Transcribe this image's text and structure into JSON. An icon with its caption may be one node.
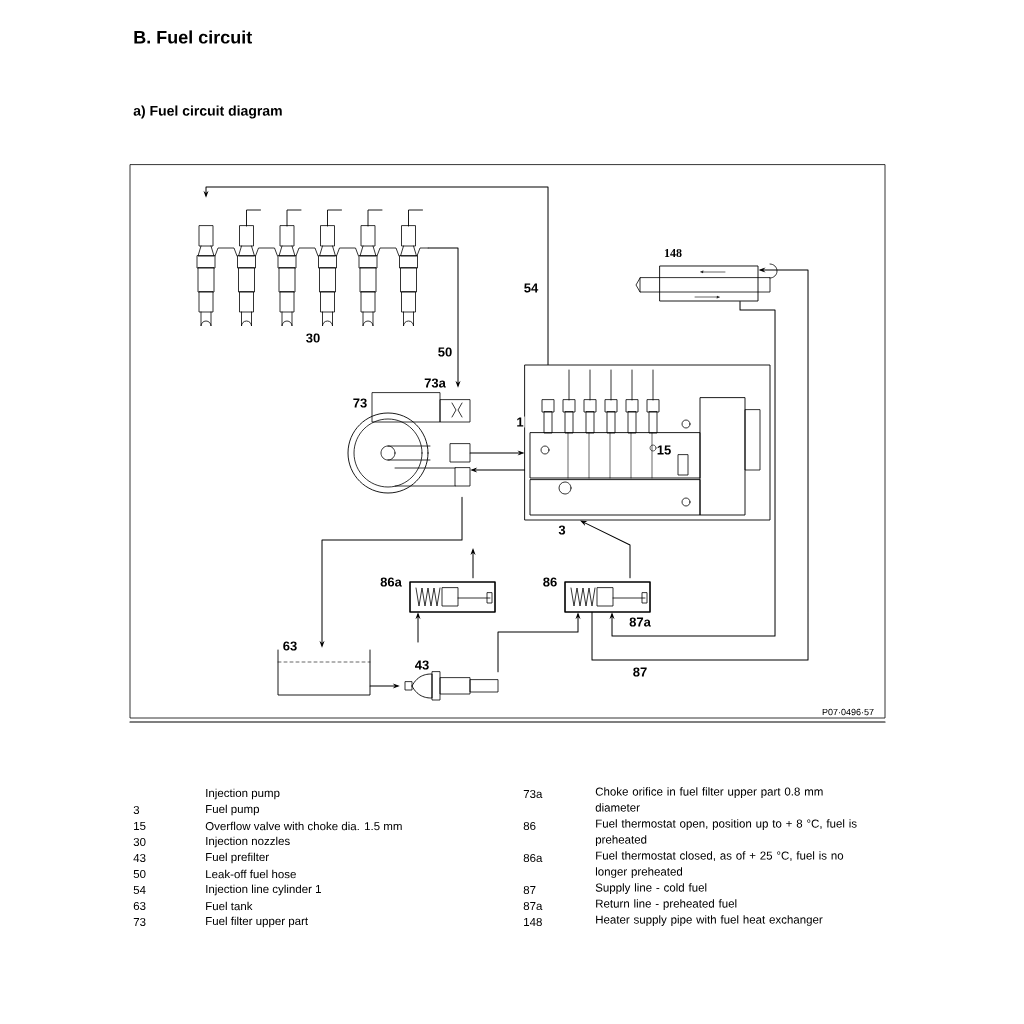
{
  "diagram": {
    "title": "B. Fuel circuit",
    "nodes": [
      {
        "text": [],
        "shape": "picture",
        "beside": [
          "30"
        ]
      },
      {
        "text": [],
        "shape": "picture",
        "beside": [
          "73",
          "73a"
        ]
      },
      {
        "text": [
          "15"
        ],
        "beside": [
          "1",
          "3"
        ]
      },
      {
        "text": [],
        "shape": "box",
        "beside": [
          "148"
        ]
      },
      {
        "text": [],
        "shape": "picture",
        "beside": [
          "86a"
        ]
      },
      {
        "text": [],
        "shape": "picture",
        "beside": [
          "86"
        ]
      },
      {
        "text": [],
        "shape": "picture",
        "beside": [
          "63"
        ]
      },
      {
        "text": [],
        "shape": "picture",
        "beside": [
          "43"
        ]
      }
    ],
    "edges": [
      {
        "from": 2,
        "to": 0,
        "arrow": "to",
        "label": "54"
      },
      {
        "from": 0,
        "to": 1,
        "arrow": "to",
        "label": "50"
      },
      {
        "from": 1,
        "to": 2,
        "arrow": "to"
      },
      {
        "from": 2,
        "to": 1,
        "arrow": "to"
      },
      {
        "from": 1,
        "to": 6,
        "arrow": "to"
      },
      {
        "from": 6,
        "to": 7,
        "arrow": "to"
      },
      {
        "from": 7,
        "to": 5,
        "arrow": "to"
      },
      {
        "from": 5,
        "to": 2,
        "arrow": "to"
      },
      {
        "from": 5,
        "to": 3,
        "arrow": "to",
        "label": "87"
      },
      {
        "from": 3,
        "to": 5,
        "arrow": "to",
        "label": "87a"
      },
      {
        "from": null,
        "to": 4,
        "arrow": "to"
      },
      {
        "from": 4,
        "to": null,
        "arrow": "to"
      }
    ],
    "labels": [
      "a) Fuel circuit diagram",
      "P07·0496·57",
      "Injection pump",
      "3",
      "Fuel pump",
      "15",
      "Overflow valve with choke dia. 1.5 mm",
      "30",
      "Injection nozzles",
      "43",
      "Fuel prefilter",
      "50",
      "Leak-off fuel hose",
      "54",
      "Injection line cylinder 1",
      "63",
      "Fuel tank",
      "73",
      "Fuel filter upper part",
      "73a",
      "Choke orifice in fuel filter upper part 0.8 mm diameter",
      "86",
      "Fuel thermostat open, position up to + 8 °C, fuel is preheated",
      "86a",
      "Fuel thermostat closed, as of + 25 °C, fuel is no longer preheated",
      "87",
      "Supply line - cold fuel",
      "87a",
      "Return line - preheated fuel",
      "148",
      "Heater supply pipe with fuel heat exchanger"
    ]
  }
}
